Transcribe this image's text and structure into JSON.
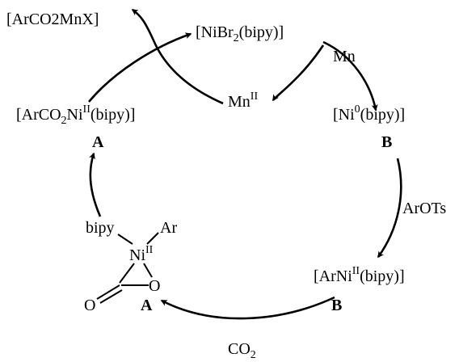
{
  "species": {
    "byproduct": "[ArCO2MnX]",
    "catalyst": {
      "pre": "[NiBr",
      "sub": "2",
      "post": "(bipy)]"
    },
    "reductant": "Mn",
    "mn_ii": {
      "base": "Mn",
      "sup": "II"
    },
    "ni0": {
      "pre": "[Ni",
      "sup": "0",
      "post": "(bipy)]"
    },
    "ni0_tag": "B",
    "aroni": {
      "pre": "[ArCO",
      "sub": "2",
      "mid": "Ni",
      "sup": "II",
      "post": "(bipy)]"
    },
    "aroni_tag": "A",
    "reagent": "ArOTs",
    "arni": {
      "pre": "[ArNi",
      "sup": "II",
      "post": "(bipy)]"
    },
    "arni_tag": "B",
    "co2": {
      "base": "CO",
      "sub": "2"
    },
    "oxanickelacycle": {
      "ligand": "bipy",
      "aryl": "Ar",
      "metal": "Ni",
      "metal_sup": "II",
      "ring_o": "O",
      "carbonyl_o": "O",
      "tag": "A"
    }
  }
}
